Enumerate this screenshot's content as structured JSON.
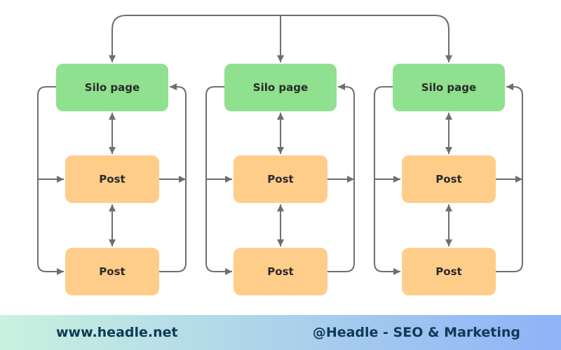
{
  "diagram": {
    "silo_label": "Silo page",
    "post_label": "Post",
    "colors": {
      "silo_fill": "#8fe08f",
      "post_fill": "#ffcd8a",
      "arrow": "#6e6e6e"
    },
    "columns": [
      {
        "silo": "Silo page",
        "posts": [
          "Post",
          "Post"
        ]
      },
      {
        "silo": "Silo page",
        "posts": [
          "Post",
          "Post"
        ]
      },
      {
        "silo": "Silo page",
        "posts": [
          "Post",
          "Post"
        ]
      }
    ]
  },
  "footer": {
    "website": "www.headle.net",
    "brand": "@Headle - SEO & Marketing",
    "gradient_start": "#c9f2df",
    "gradient_end": "#8fb2f8"
  }
}
